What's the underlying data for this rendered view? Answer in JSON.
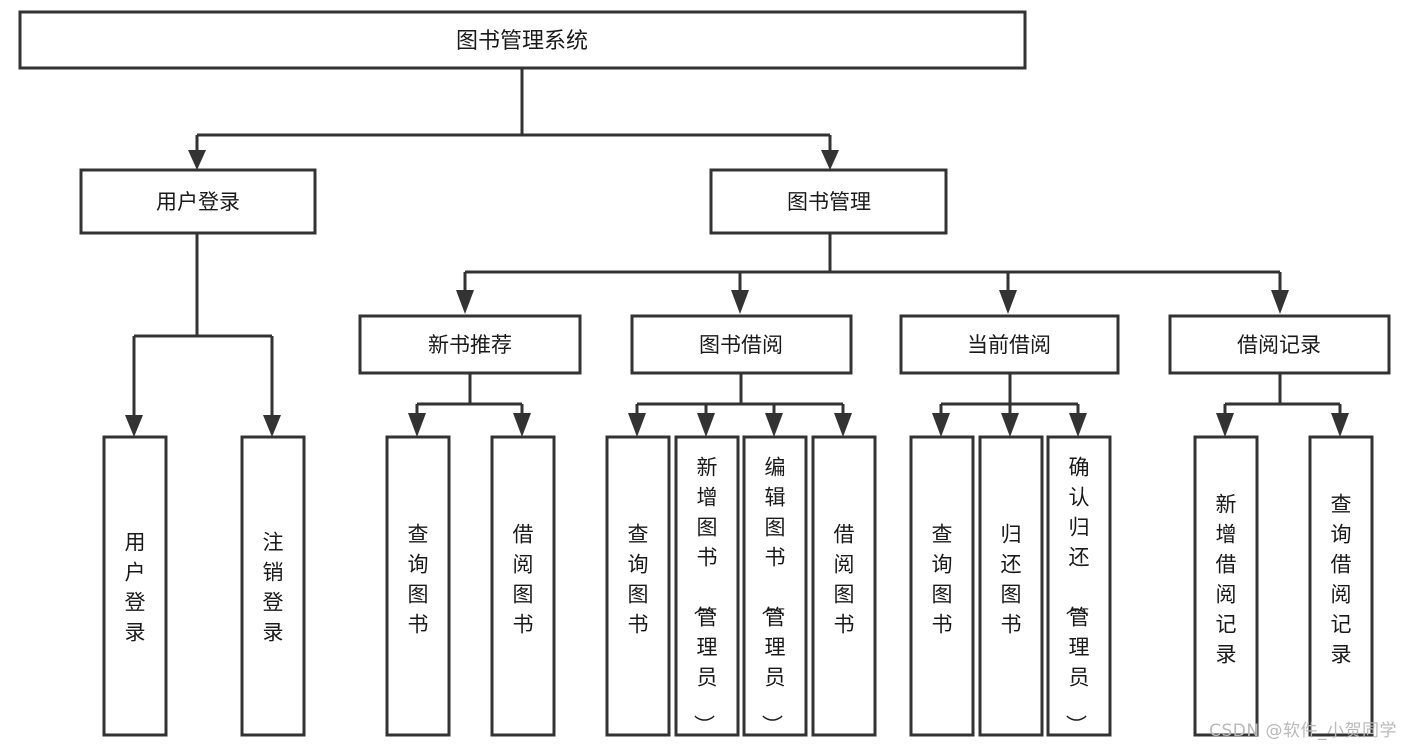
{
  "diagram": {
    "type": "tree-hierarchy",
    "orientation": "top-down",
    "root": {
      "label": "图书管理系统"
    },
    "level2": [
      {
        "label": "用户登录"
      },
      {
        "label": "图书管理"
      }
    ],
    "level3": [
      {
        "label": "新书推荐"
      },
      {
        "label": "图书借阅"
      },
      {
        "label": "当前借阅"
      },
      {
        "label": "借阅记录"
      }
    ],
    "leaves": {
      "user_login": [
        {
          "label": "用户登录"
        },
        {
          "label": "注销登录"
        }
      ],
      "new_book_recommend": [
        {
          "label": "查询图书"
        },
        {
          "label": "借阅图书"
        }
      ],
      "book_borrow": [
        {
          "label": "查询图书"
        },
        {
          "label": "新增图书（管理员）"
        },
        {
          "label": "编辑图书（管理员）"
        },
        {
          "label": "借阅图书"
        }
      ],
      "current_borrow": [
        {
          "label": "查询图书"
        },
        {
          "label": "归还图书"
        },
        {
          "label": "确认归还（管理员）"
        }
      ],
      "borrow_record": [
        {
          "label": "新增借阅记录"
        },
        {
          "label": "查询借阅记录"
        }
      ]
    }
  },
  "watermark": {
    "text": "CSDN @软件_小贺同学"
  },
  "colors": {
    "box_stroke": "#333333",
    "box_fill": "#ffffff",
    "text": "#1a1a1a",
    "watermark": "#b9b9b9",
    "background": "#ffffff"
  }
}
